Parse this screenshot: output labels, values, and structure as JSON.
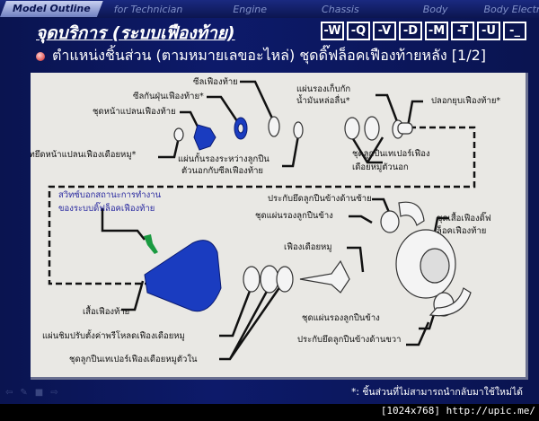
{
  "nav": {
    "tabs": [
      "Model Outline",
      "for Technician",
      "Engine",
      "Chassis",
      "Body",
      "Body Electrical"
    ],
    "active": "Model Outline"
  },
  "title": "จุดบริการ (ระบบเฟืองท้าย)",
  "codes": [
    "-W",
    "-Q",
    "-V",
    "-D",
    "-M",
    "-T",
    "-U",
    "-_"
  ],
  "subtitle": "ตำแหน่งชิ้นส่วน (ตามหมายเลขอะไหล่) ชุดดิ๊ฟล็อคเฟืองท้ายหลัง [1/2]",
  "labels": {
    "oil_seal": "ซีลเฟืองท้าย",
    "dust_seal": "ซีลกันฝุ่นเฟืองท้าย*",
    "companion_flange": "ชุดหน้าแปลนเฟืองท้าย",
    "flange_nut": "นัทยึดหน้าแปลนเฟืองเดือยหมู*",
    "spacer_1": "แผ่นกั้นรองระหว่างลูกปืน",
    "spacer_2": "ตัวนอกกับซีลเฟืองท้าย",
    "oil_slinger_1": "แผ่นรองเก็บกัก",
    "oil_slinger_2": "น้ำมันหล่อลื่น*",
    "collapsible_spacer": "ปลอกยุบเฟืองท้าย*",
    "outer_bearing_1": "ชุดลูกปืนเทเปอร์เฟือง",
    "outer_bearing_2": "เดือยหมูตัวนอก",
    "switch_1": "สวิทซ์บอกสถานะการทำงาน",
    "switch_2": "ของระบบดิ๊ฟล็อคเฟืองท้าย",
    "left_cap": "ประกับยึดลูกปืนข้างด้านซ้าย",
    "side_washer_left": "ชุดแผ่นรองลูกปืนข้าง",
    "drive_pinion": "เฟืองเดือยหมู",
    "diff_case_1": "ชุดเสื้อเฟืองดิ๊ฟ",
    "diff_case_2": "ล็อคเฟืองท้าย",
    "carrier": "เสื้อเฟืองท้าย",
    "shim": "แผ่นชิมปรับตั้งค่าพรีโหลดเฟืองเดือยหมู",
    "inner_bearing": "ชุดลูกปืนเทเปอร์เฟืองเดือยหมูตัวใน",
    "side_washer_right": "ชุดแผ่นรองลูกปืนข้าง",
    "right_cap": "ประกับยึดลูกปืนข้างด้านขวา"
  },
  "footnote": "*: ชิ้นส่วนที่ไม่สามารถนำกลับมาใช้ใหม่ได้",
  "watermark": "[1024x768] http://upic.me/",
  "colors": {
    "background": "#0d1a6a",
    "panel": "#e9e8e4",
    "part_blue": "#1a3cc0",
    "switch_green": "#1a9a40"
  }
}
